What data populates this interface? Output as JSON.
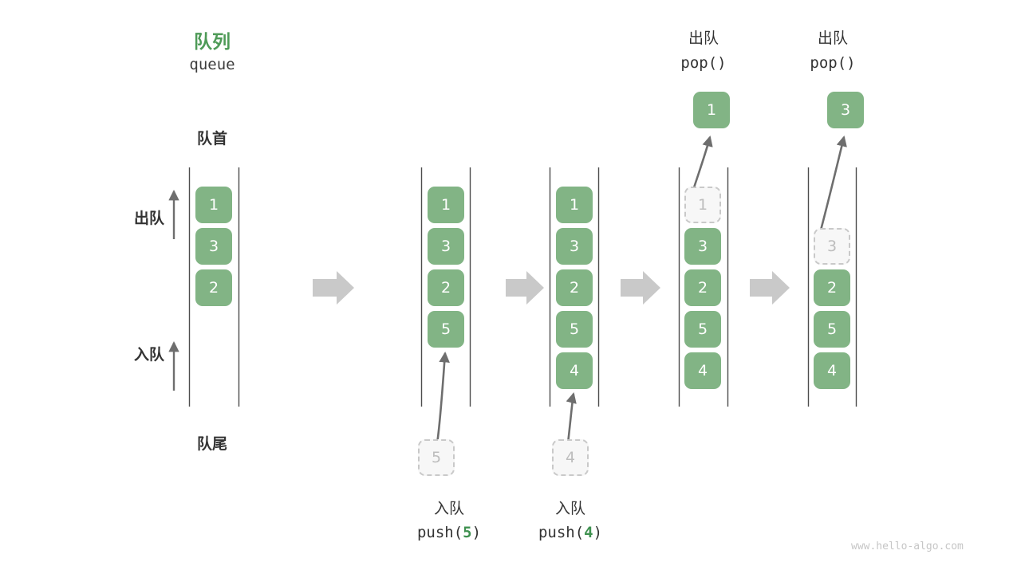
{
  "diagram": {
    "title_cn": "队列",
    "title_en": "queue",
    "front_label": "队首",
    "rear_label": "队尾",
    "dequeue_label": "出队",
    "enqueue_label": "入队",
    "watermark": "www.hello-algo.com",
    "accent_green": "#4e9a57",
    "cell_green": "#82b485",
    "arrow_gray": "#6e6e6e",
    "step_arrow_gray": "#c9c9c9"
  },
  "steps": [
    {
      "id": "initial",
      "cells": [
        "1",
        "3",
        "2"
      ],
      "ghost_in_rail": null,
      "ghost_below": null,
      "popped": null,
      "op_cn": null,
      "op_code_prefix": null,
      "op_code_num": null,
      "op_code_suffix": null,
      "header_cn": null,
      "header_code": null
    },
    {
      "id": "push-5",
      "cells": [
        "1",
        "3",
        "2",
        "5"
      ],
      "ghost_in_rail": null,
      "ghost_below": "5",
      "popped": null,
      "op_cn": "入队",
      "op_code_prefix": "push(",
      "op_code_num": "5",
      "op_code_suffix": ")",
      "header_cn": null,
      "header_code": null
    },
    {
      "id": "push-4",
      "cells": [
        "1",
        "3",
        "2",
        "5",
        "4"
      ],
      "ghost_in_rail": null,
      "ghost_below": "4",
      "popped": null,
      "op_cn": "入队",
      "op_code_prefix": "push(",
      "op_code_num": "4",
      "op_code_suffix": ")",
      "header_cn": null,
      "header_code": null
    },
    {
      "id": "pop-1",
      "cells": [
        "3",
        "2",
        "5",
        "4"
      ],
      "ghost_in_rail": "1",
      "ghost_below": null,
      "popped": "1",
      "op_cn": null,
      "op_code_prefix": null,
      "op_code_num": null,
      "op_code_suffix": null,
      "header_cn": "出队",
      "header_code": "pop()"
    },
    {
      "id": "pop-3",
      "cells": [
        "2",
        "5",
        "4"
      ],
      "ghost_in_rail": "3",
      "ghost_below": null,
      "popped": "3",
      "op_cn": null,
      "op_code_prefix": null,
      "op_code_num": null,
      "op_code_suffix": null,
      "header_cn": "出队",
      "header_code": "pop()"
    }
  ],
  "transitions": [
    "step-arrow",
    "step-arrow",
    "step-arrow",
    "step-arrow"
  ]
}
